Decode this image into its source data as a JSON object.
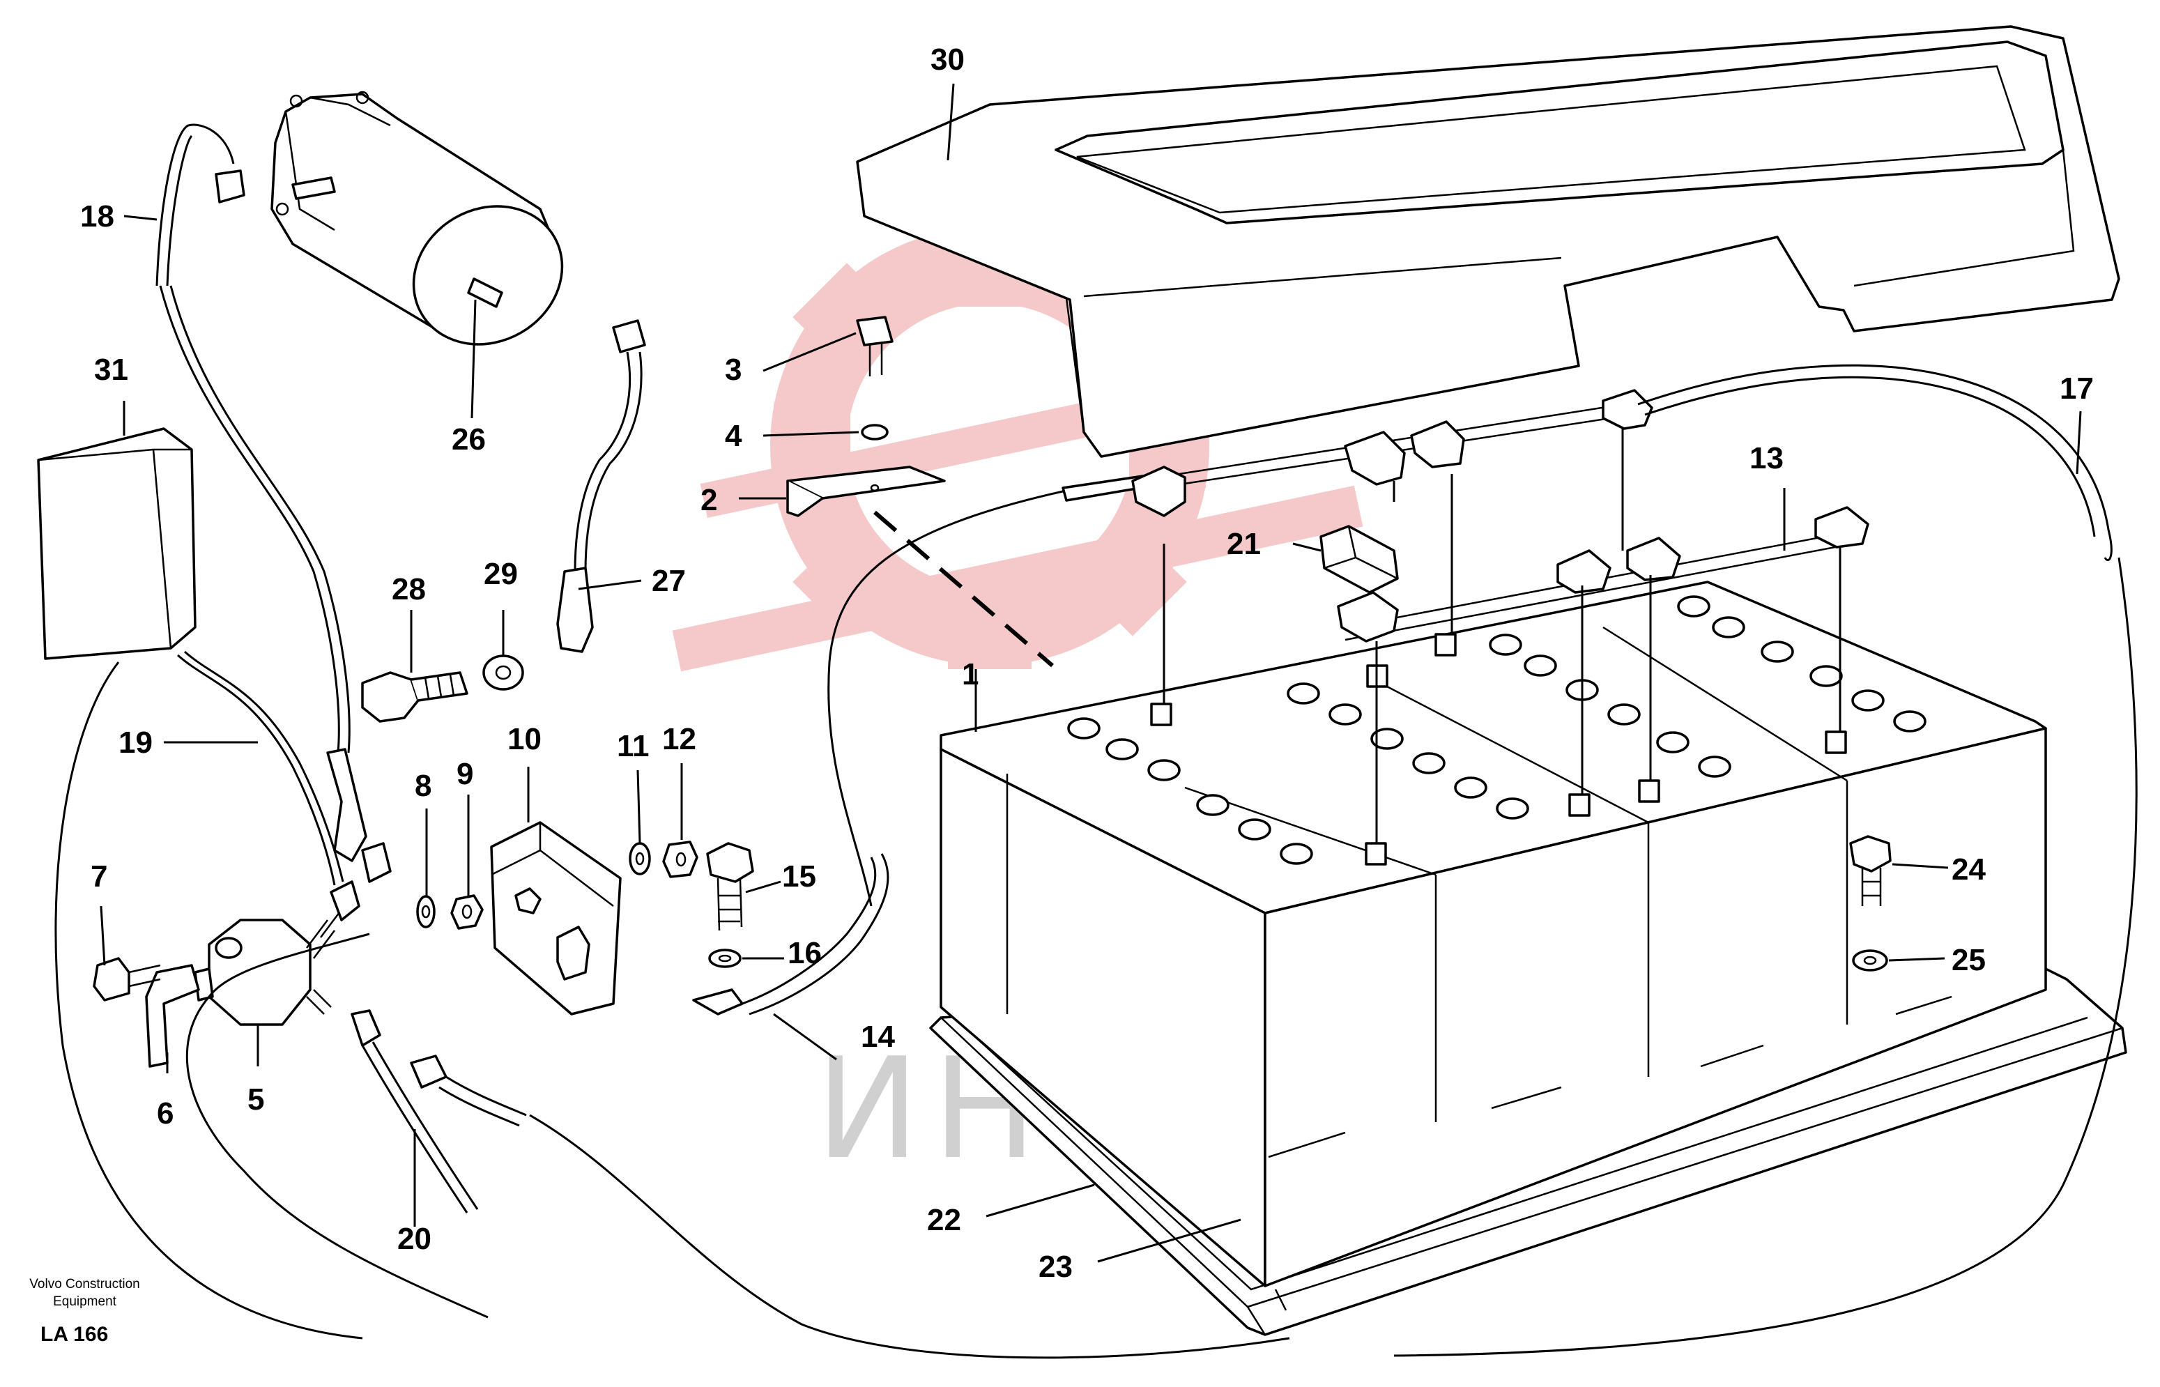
{
  "diagram": {
    "watermark_text": "ИНТЕХ",
    "colors": {
      "line": "#000000",
      "watermark_red": "#f2b8b8",
      "watermark_gray": "#d0d0d0",
      "background": "#ffffff"
    },
    "caption_company": "Volvo Construction Equipment",
    "caption_code": "LA 166",
    "callouts": {
      "c1": "1",
      "c2": "2",
      "c3": "3",
      "c4": "4",
      "c5": "5",
      "c6": "6",
      "c7": "7",
      "c8": "8",
      "c9": "9",
      "c10": "10",
      "c11": "11",
      "c12": "12",
      "c13": "13",
      "c14": "14",
      "c15": "15",
      "c16": "16",
      "c17": "17",
      "c18": "18",
      "c19": "19",
      "c20": "20",
      "c21": "21",
      "c22": "22",
      "c23": "23",
      "c24": "24",
      "c25": "25",
      "c26": "26",
      "c27": "27",
      "c28": "28",
      "c29": "29",
      "c30": "30",
      "c31": "31"
    }
  }
}
